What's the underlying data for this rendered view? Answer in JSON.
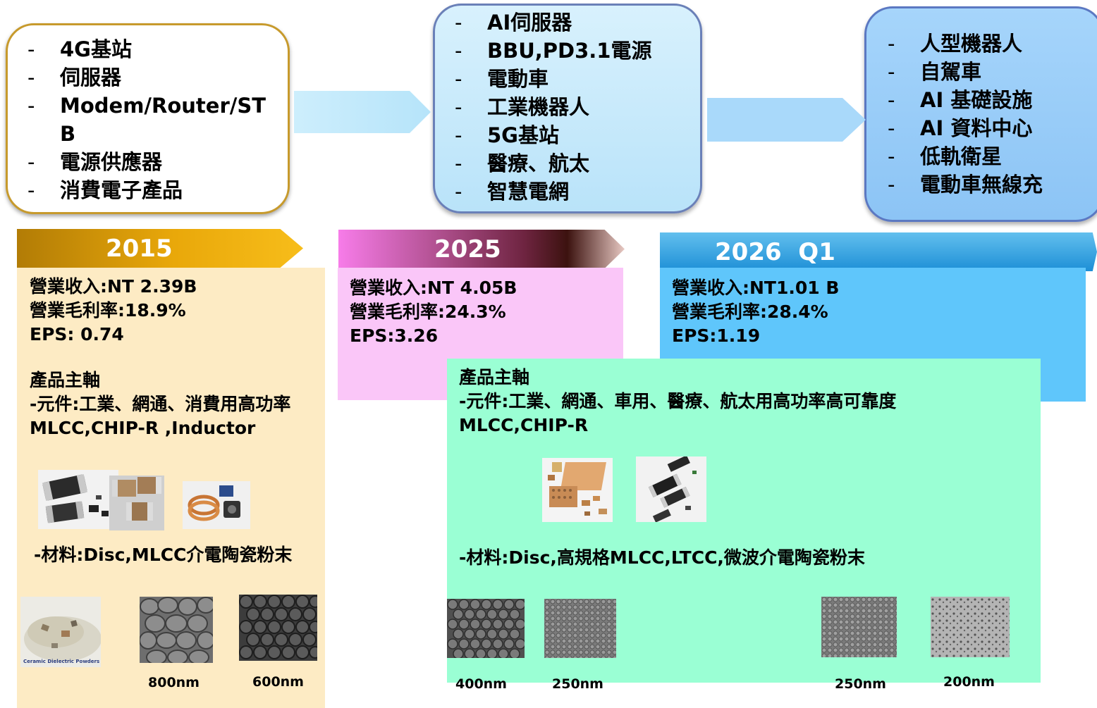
{
  "era_2015": {
    "applications": [
      "4G基站",
      "伺服器",
      "Modem/Router/STB",
      "電源供應器",
      "消費電子產品"
    ],
    "year": "2015",
    "financials": [
      "營業收入:NT 2.39B",
      "營業毛利率:18.9%",
      "EPS: 0.74"
    ],
    "product_heading": "產品主軸",
    "components_text": "-元件:工業、網通、消費用高功率MLCC,CHIP-R ,Inductor",
    "materials_text": "-材料:Disc,MLCC介電陶瓷粉末",
    "powder_image_label": "Ceramic Dielectric Powders",
    "grain_labels": [
      "800nm",
      "600nm"
    ]
  },
  "era_2025": {
    "applications": [
      "AI伺服器",
      "BBU,PD3.1電源",
      "電動車",
      "工業機器人",
      "5G基站",
      "醫療、航太",
      "智慧電網"
    ],
    "year": "2025",
    "financials": [
      "營業收入:NT 4.05B",
      "營業毛利率:24.3%",
      "EPS:3.26"
    ]
  },
  "era_2026": {
    "applications": [
      "人型機器人",
      "自駕車",
      "AI 基礎設施",
      "AI 資料中心",
      "低軌衛星",
      "電動車無線充"
    ],
    "year": "2026  Q1",
    "financials": [
      "營業收入:NT1.01 B",
      "營業毛利率:28.4%",
      "EPS:1.19"
    ],
    "product_heading": "產品主軸",
    "components_line1": "-元件:工業、網通、車用、醫療、航太用高功率高可靠度",
    "components_line2": "MLCC,CHIP-R",
    "materials_text": "-材料:Disc,高規格MLCC,LTCC,微波介電陶瓷粉末",
    "grain_labels": [
      "400nm",
      "250nm",
      "250nm",
      "200nm"
    ]
  },
  "list_marker": "-",
  "colors": {
    "gold": "#e9a80a",
    "magenta": "#f77ce9",
    "blue": "#1d8fd6",
    "panel_2015": "#fdebc4",
    "panel_2025": "#fac6f8",
    "panel_2026": "#5fc6fb",
    "panel_products": "#9affd4"
  }
}
